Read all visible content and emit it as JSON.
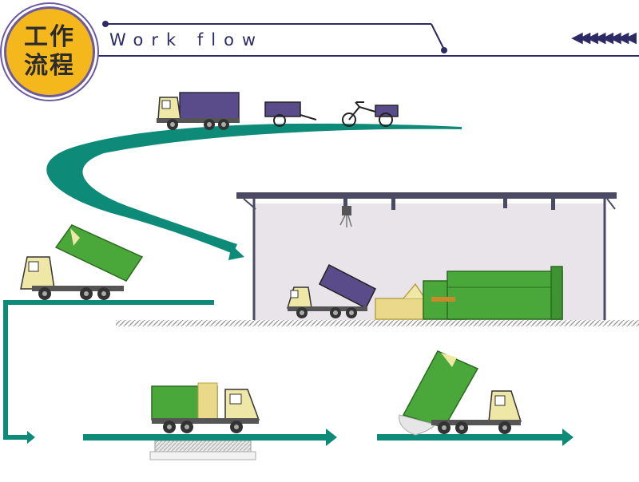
{
  "header": {
    "badge_line1": "工作",
    "badge_line2": "流程",
    "subtitle": "Work  flow",
    "chevrons": "◀◀◀◀◀◀◀◀"
  },
  "colors": {
    "teal": "#0e8a78",
    "navy": "#2d2b66",
    "badge_gold": "#f5b81c",
    "badge_ring": "#6b5aa0",
    "container_green": "#4aa83a",
    "container_purple": "#5a4c8a",
    "cab_cream": "#efe7a6",
    "shed_wall": "#e8e4ea",
    "shed_roof": "#4b4a64"
  },
  "diagram": {
    "steps": [
      {
        "icon": "collection-vehicles-icon",
        "description_icons": [
          "dump-truck-icon",
          "hand-cart-icon",
          "tricycle-cart-icon"
        ]
      },
      {
        "icon": "unloading-at-compactor-icon"
      },
      {
        "icon": "truck-loading-container-icon"
      },
      {
        "icon": "container-on-weighbridge-icon"
      },
      {
        "icon": "container-dumping-icon"
      }
    ]
  }
}
